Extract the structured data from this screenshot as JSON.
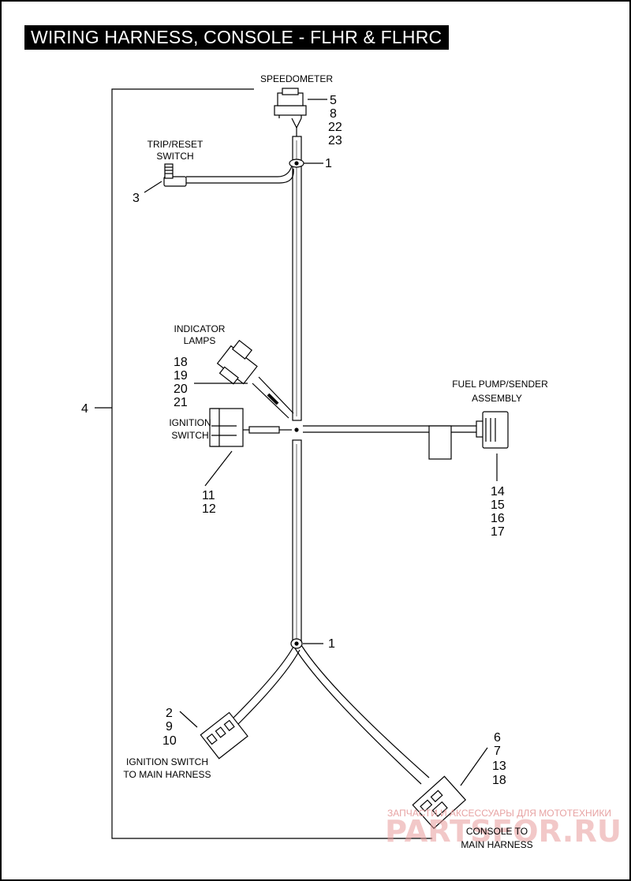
{
  "title": "WIRING HARNESS, CONSOLE - FLHR & FLHRC",
  "labels": {
    "speedometer": "SPEEDOMETER",
    "trip_reset_1": "TRIP/RESET",
    "trip_reset_2": "SWITCH",
    "indicator_1": "INDICATOR",
    "indicator_2": "LAMPS",
    "ignition_1": "IGNITION",
    "ignition_2": "SWITCH",
    "fuel_1": "FUEL PUMP/SENDER",
    "fuel_2": "ASSEMBLY",
    "ign_main_1": "IGNITION SWITCH",
    "ign_main_2": "TO MAIN HARNESS",
    "console_1": "CONSOLE TO",
    "console_2": "MAIN HARNESS"
  },
  "callouts": {
    "speedometer": [
      "5",
      "8",
      "22",
      "23"
    ],
    "clip_top": "1",
    "trip_reset": "3",
    "harness": "4",
    "indicator": [
      "18",
      "19",
      "20",
      "21"
    ],
    "ignition": [
      "11",
      "12"
    ],
    "fuel": [
      "14",
      "15",
      "16",
      "17"
    ],
    "clip_bottom": "1",
    "ign_main": [
      "2",
      "9",
      "10"
    ],
    "console": [
      "6",
      "7",
      "13",
      "18"
    ]
  },
  "watermark": {
    "line1": "ЗАПЧАСТИ И АКСЕССУАРЫ ДЛЯ МОТОТЕХНИКИ",
    "line2": "PARTSFOR.RU"
  }
}
